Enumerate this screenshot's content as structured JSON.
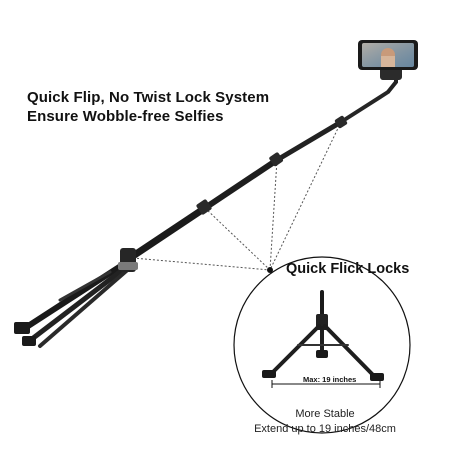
{
  "headline": {
    "line1": "Quick Flip, No Twist Lock System",
    "line2": "Ensure Wobble-free Selfies"
  },
  "callout": {
    "locks_label": "Quick Flick Locks"
  },
  "inset": {
    "max_label": "Max: 19 inches"
  },
  "caption": {
    "line1": "More Stable",
    "line2": "Extend up to 19 inches/48cm"
  },
  "colors": {
    "pole": "#1b1b1b",
    "accent_gray": "#7a7a7a",
    "background": "#ffffff"
  },
  "icons": [
    "phone-holder-icon",
    "tripod-icon"
  ]
}
